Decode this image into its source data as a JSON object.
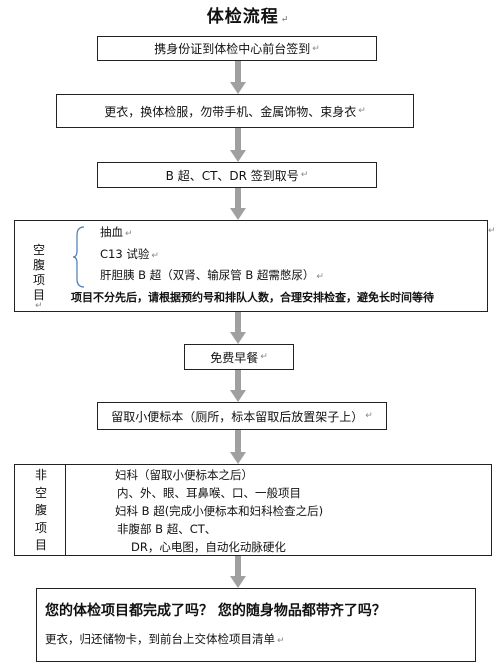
{
  "title": "体检流程",
  "pilcrow": "↵",
  "steps": {
    "step1": "携身份证到体检中心前台签到",
    "step2": "更衣，换体检服，勿带手机、金属饰物、束身衣",
    "step3": "B 超、CT、DR 签到取号"
  },
  "fasting": {
    "label": [
      "空",
      "腹",
      "项",
      "目"
    ],
    "items": [
      "抽血",
      "C13 试验",
      "肝胆胰 B 超（双肾、输尿管 B 超需憋尿）"
    ],
    "note": "项目不分先后，请根据预约号和排队人数，合理安排检查，避免长时间等待"
  },
  "breakfast": "免费早餐",
  "urine": "留取小便标本（厕所，标本留取后放置架子上）",
  "nonfasting": {
    "label": [
      "非",
      "空",
      "腹",
      "项",
      "目"
    ],
    "items": [
      "妇科（留取小便标本之后）",
      "内、外、眼、耳鼻喉、口、一般项目",
      "妇科 B 超(完成小便标本和妇科检查之后)",
      "非腹部 B 超、CT、",
      "DR，心电图，自动化动脉硬化"
    ]
  },
  "final": {
    "question": "您的体检项目都完成了吗？ 您的随身物品都带齐了吗？",
    "instruction": "更衣，归还储物卡，到前台上交体检项目清单"
  },
  "colors": {
    "arrow": "#a0a0a0",
    "border": "#222222"
  }
}
